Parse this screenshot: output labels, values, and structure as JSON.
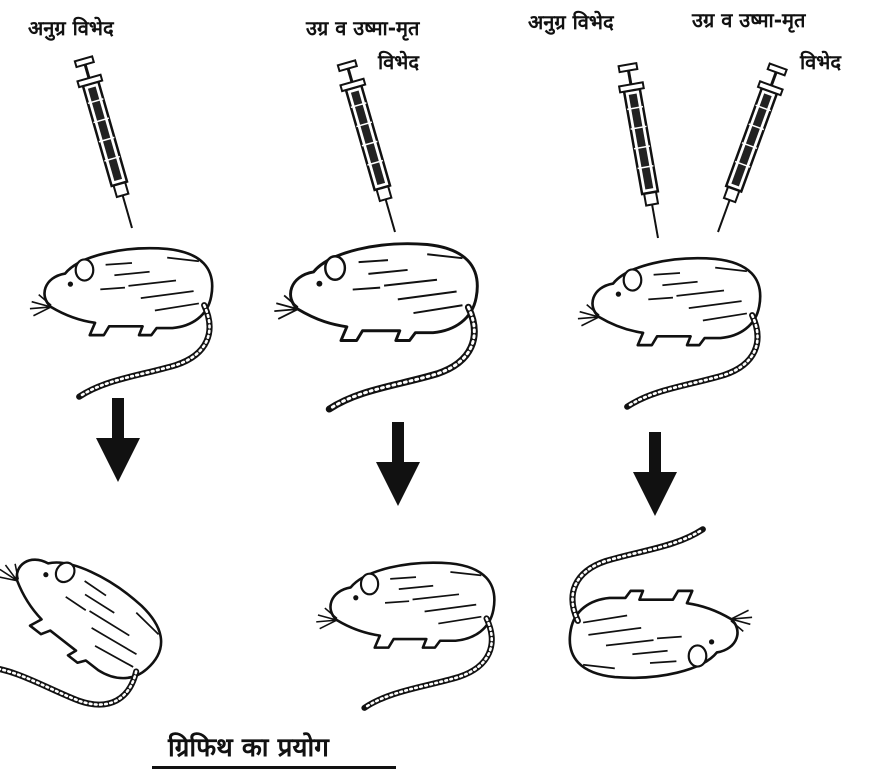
{
  "figure": {
    "caption": "ग्रिफिथ का प्रयोग",
    "labels": {
      "non_virulent": "अनुग्र विभेद",
      "heat_killed_line1": "उग्र व उष्मा-मृत",
      "heat_killed_line2": "विभेद"
    },
    "icons": {
      "syringe": "syringe-icon",
      "mouse": "mouse-icon",
      "arrow": "down-arrow-icon"
    },
    "colors": {
      "ink": "#111111",
      "paper": "#ffffff"
    }
  }
}
